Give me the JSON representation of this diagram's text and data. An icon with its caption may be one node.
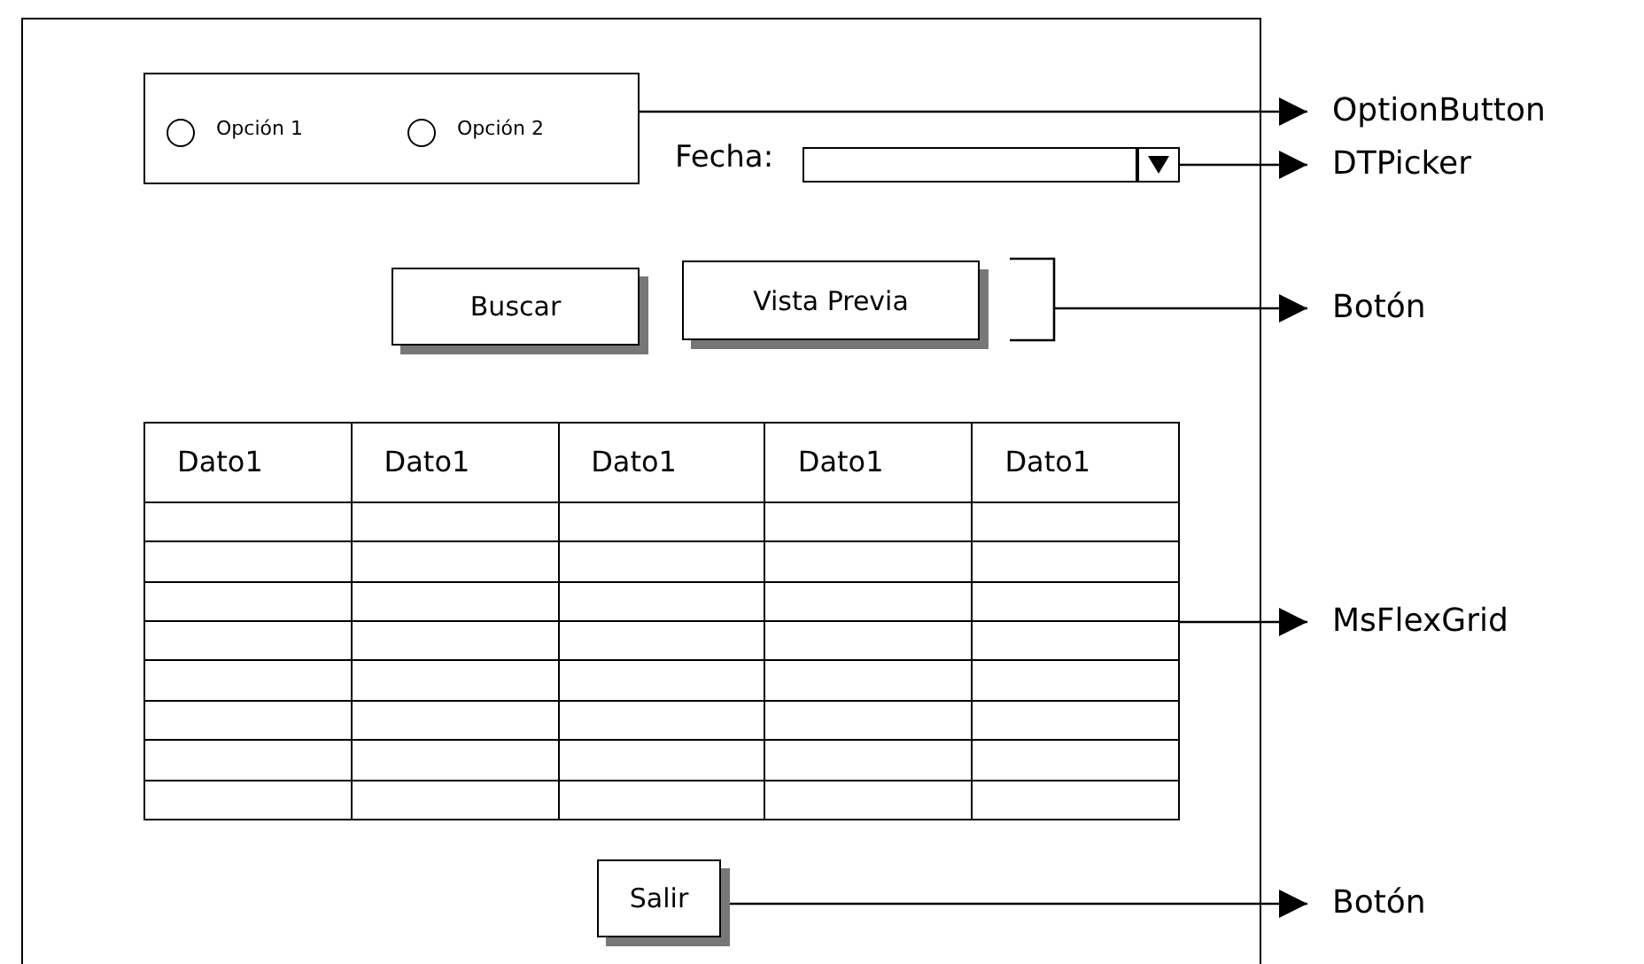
{
  "diagram": {
    "nodes": [
      {
        "text": [],
        "shape": "box"
      },
      {
        "text": [
          "Opción 1",
          "Opción 2"
        ],
        "in": 0
      },
      {
        "text": [],
        "shape": "box",
        "beside": [
          "Fecha:"
        ],
        "in": 0
      },
      {
        "text": [
          "Buscar"
        ],
        "in": 0
      },
      {
        "text": [
          "Vista Previa"
        ],
        "in": 0
      },
      {
        "text": [
          "Dato1",
          "Dato1",
          "Dato1",
          "Dato1",
          "Dato1"
        ],
        "in": 0
      },
      {
        "text": [
          "Salir"
        ],
        "in": 0
      },
      {
        "text": [
          "OptionButton"
        ]
      },
      {
        "text": [
          "DTPicker"
        ]
      },
      {
        "text": [
          "Botón"
        ]
      },
      {
        "text": [
          "MsFlexGrid"
        ]
      },
      {
        "text": [
          "Botón"
        ]
      }
    ],
    "edges": [
      {
        "from": 1,
        "to": 7,
        "arrow": "to"
      },
      {
        "from": 2,
        "to": 8,
        "arrow": "to"
      },
      {
        "from": 4,
        "to": 9,
        "arrow": "to"
      },
      {
        "from": 5,
        "to": 10,
        "arrow": "to"
      },
      {
        "from": 6,
        "to": 11,
        "arrow": "to"
      }
    ]
  }
}
